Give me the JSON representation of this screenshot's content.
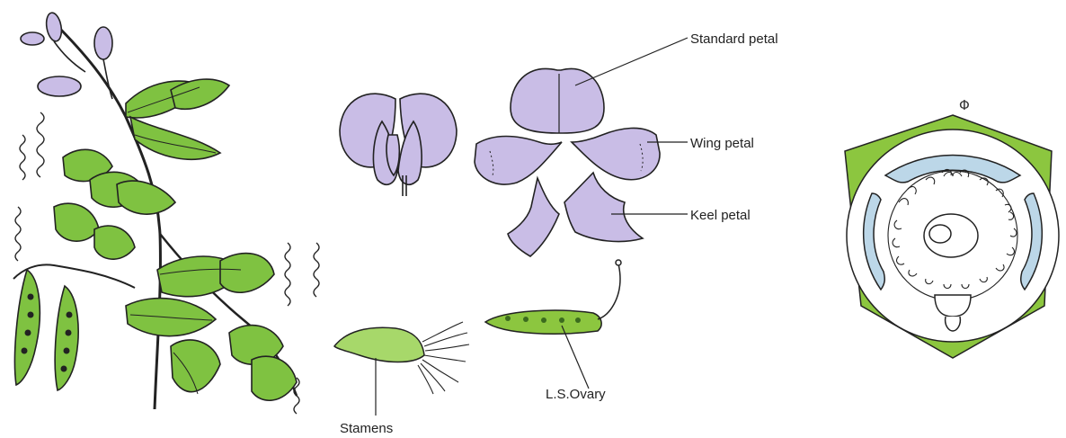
{
  "labels": {
    "standard_petal": "Standard petal",
    "wing_petal": "Wing petal",
    "keel_petal": "Keel petal",
    "stamens": "Stamens",
    "ls_ovary": "L.S.Ovary"
  },
  "floral_diagram": {
    "symbol": "Φ"
  },
  "colors": {
    "petal": "#c9bde6",
    "leaf": "#7fc241",
    "sepal": "#8cc63f",
    "petal_blue": "#bcd7e8",
    "stroke": "#222222"
  }
}
